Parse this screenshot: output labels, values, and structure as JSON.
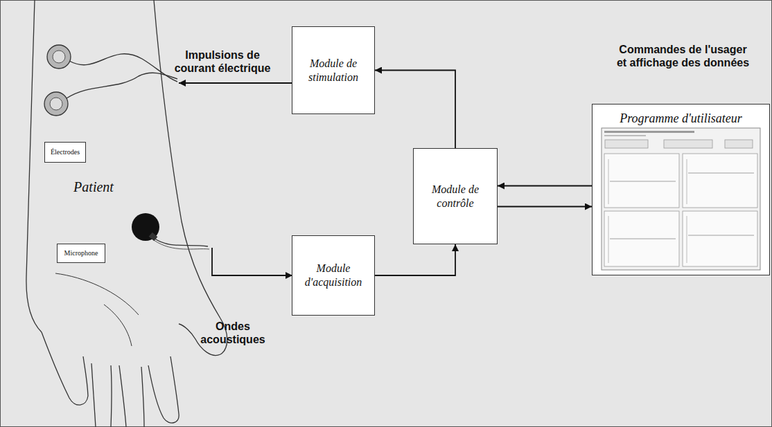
{
  "diagram": {
    "nodes": [
      {
        "text": [
          "Électrodes"
        ]
      },
      {
        "text": [
          "Microphone"
        ]
      },
      {
        "text": [
          "Module de stimulation"
        ]
      },
      {
        "text": [
          "Module d'acquisition"
        ]
      },
      {
        "text": [
          "Module de contrôle"
        ]
      },
      {
        "text": [
          "Programme d'utilisateur"
        ]
      }
    ],
    "edges": [
      {
        "from": 4,
        "to": 2,
        "arrow": "to"
      },
      {
        "from": 3,
        "to": 4,
        "arrow": "to"
      },
      {
        "from": 5,
        "to": 4,
        "arrow": "to"
      },
      {
        "from": 4,
        "to": 5,
        "arrow": "to"
      }
    ],
    "labels": [
      "Impulsions de courant électrique",
      "Commandes de l'usager et affichage des données",
      "Patient",
      "Ondes acoustiques"
    ]
  }
}
